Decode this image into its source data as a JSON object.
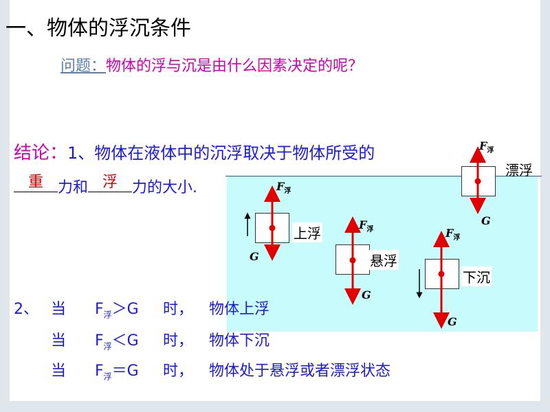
{
  "title": "一、物体的浮沉条件",
  "question": {
    "label": "问题：",
    "text": "物体的浮与沉是由什么因素决定的呢？"
  },
  "conclusion": {
    "label": "结论：",
    "line1": "1、物体在液体中的沉浮取决于物体所受的",
    "blank1": "重",
    "mid": "力和",
    "blank2": "浮",
    "end": "力的大小."
  },
  "rules": [
    {
      "prefix": "2、",
      "when": "当",
      "F": "F",
      "sub": "浮",
      "op": "＞G",
      "time": "时，",
      "result": "物体上浮"
    },
    {
      "prefix": "",
      "when": "当",
      "F": "F",
      "sub": "浮",
      "op": "＜G",
      "time": "时，",
      "result": "物体下沉"
    },
    {
      "prefix": "",
      "when": "当",
      "F": "F",
      "sub": "浮",
      "op": "＝G",
      "time": "时，",
      "result": "物体处于悬浮或者漂浮状态"
    }
  ],
  "diagram": {
    "force_up": "F",
    "force_sub": "浮",
    "force_down": "G",
    "states": [
      "上浮",
      "悬浮",
      "下沉",
      "漂浮"
    ]
  },
  "colors": {
    "blue": "#1a1ad8",
    "magenta": "#d000b0",
    "red": "#e00000",
    "water": "#c8fcfc"
  }
}
